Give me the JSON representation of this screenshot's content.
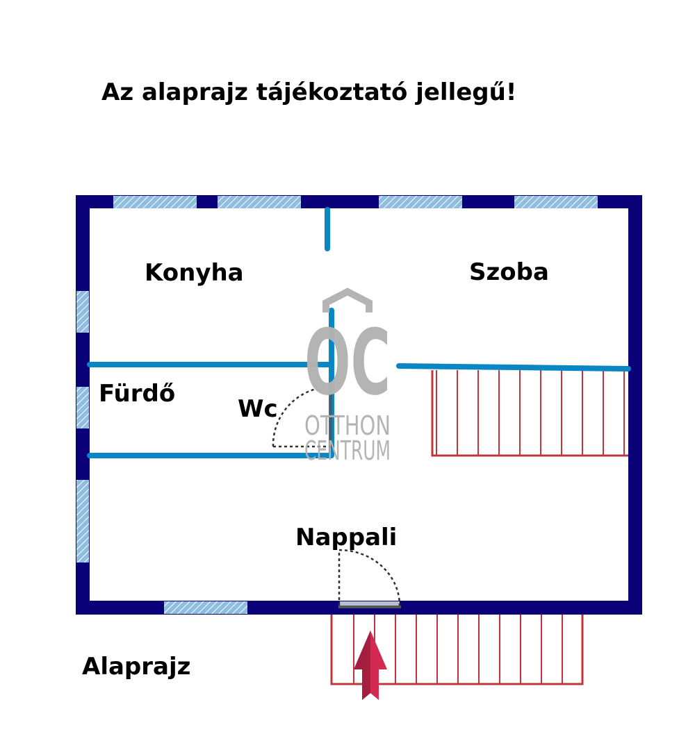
{
  "notice": "Az alaprajz tájékoztató jellegű!",
  "caption": "Alaprajz",
  "rooms": {
    "konyha": "Konyha",
    "szoba": "Szoba",
    "furdo": "Fürdő",
    "wc": "Wc",
    "nappali": "Nappali"
  },
  "logo": {
    "monogram": "OC",
    "line1": "OTTHON",
    "line2": "CENTRUM",
    "icon": "house-roof-icon"
  },
  "entrance_icon": "entrance-arrow-icon",
  "colors": {
    "outer_wall": "#0a0078",
    "inner_wall": "#0a86c4",
    "window": "#8fbde0",
    "terrace": "#c0353d",
    "arrow": "#d42a52",
    "arrow_dark": "#a61d40",
    "door_swing": "#3a2a2a",
    "logo": "#b3b3b3"
  }
}
